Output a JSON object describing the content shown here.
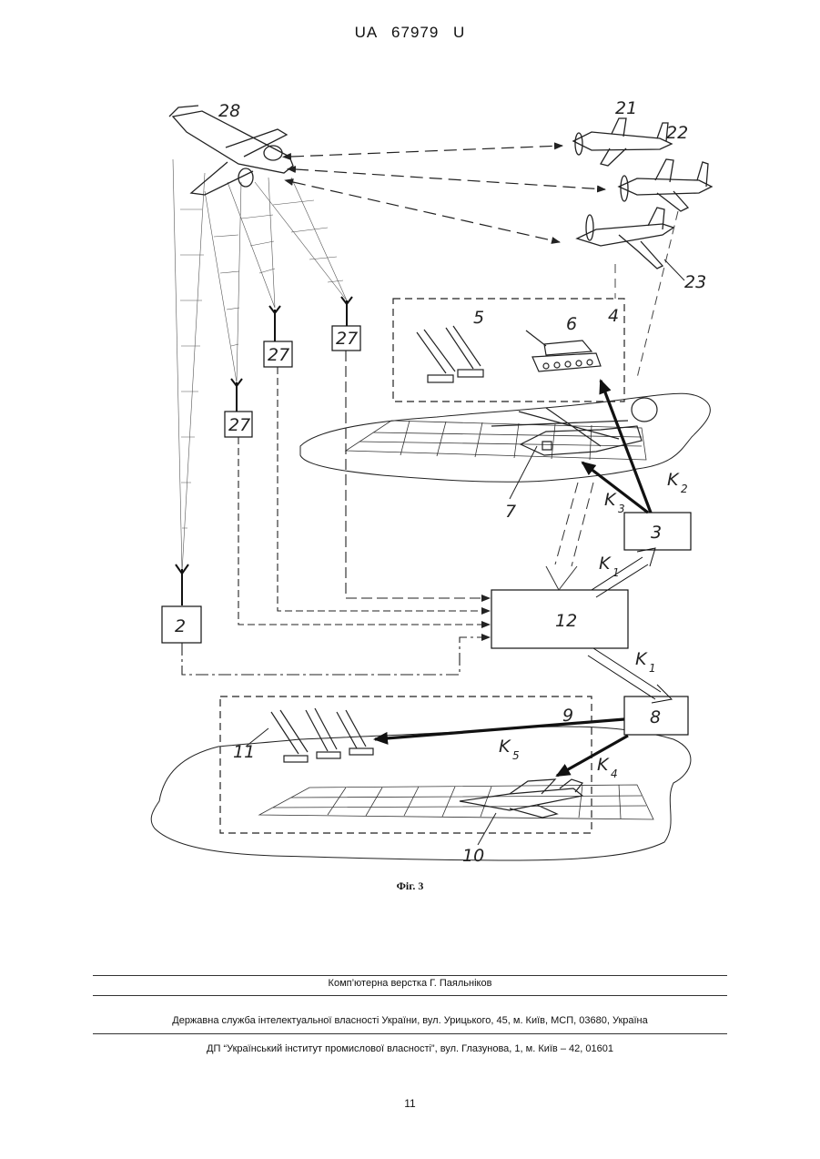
{
  "header": {
    "doc_id": "UA   67979   U"
  },
  "figure": {
    "caption": "Фіг. 3",
    "labels": {
      "n28": "28",
      "n21": "21",
      "n22": "22",
      "n23": "23",
      "n27a": "27",
      "n27b": "27",
      "n27c": "27",
      "n4": "4",
      "n5": "5",
      "n6": "6",
      "n7": "7",
      "n3": "3",
      "n12": "12",
      "n2": "2",
      "n8": "8",
      "n9": "9",
      "n11": "11",
      "n10": "10"
    },
    "channels": {
      "k1a": {
        "letter": "K",
        "sub": "1"
      },
      "k1b": {
        "letter": "K",
        "sub": "1"
      },
      "k2": {
        "letter": "K",
        "sub": "2"
      },
      "k3": {
        "letter": "K",
        "sub": "3"
      },
      "k4": {
        "letter": "K",
        "sub": "4"
      },
      "k5": {
        "letter": "K",
        "sub": "5"
      }
    }
  },
  "footer": {
    "line1": "Комп’ютерна верстка Г. Паяльніков",
    "line2": "Державна служба інтелектуальної власності України, вул. Урицького, 45, м. Київ, МСП, 03680, Україна",
    "line3": "ДП “Український інститут промислової власності”, вул. Глазунова, 1, м. Київ – 42, 01601"
  },
  "page_number": "11"
}
